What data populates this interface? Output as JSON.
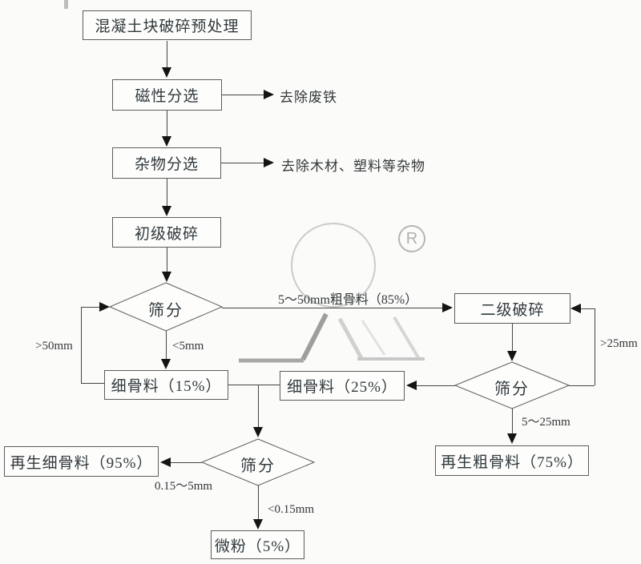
{
  "diagram_type": "flowchart",
  "subject": "recycled-concrete-aggregate-process",
  "nodes": {
    "pretreatment": {
      "label": "混凝土块破碎预处理"
    },
    "magnetic_sorting": {
      "label": "磁性分选"
    },
    "debris_sorting": {
      "label": "杂物分选"
    },
    "primary_crushing": {
      "label": "初级破碎"
    },
    "screening_1": {
      "label": "筛分"
    },
    "fine_aggregate_15": {
      "label": "细骨料（15%）"
    },
    "secondary_crushing": {
      "label": "二级破碎"
    },
    "screening_2": {
      "label": "筛分"
    },
    "fine_aggregate_25": {
      "label": "细骨料（25%）"
    },
    "recycled_coarse_75": {
      "label": "再生粗骨料（75%）"
    },
    "screening_3": {
      "label": "筛分"
    },
    "recycled_fine_95": {
      "label": "再生细骨料（95%）"
    },
    "micro_powder_5": {
      "label": "微粉（5%）"
    }
  },
  "edge_labels": {
    "remove_iron": "去除废铁",
    "remove_debris": "去除木材、塑料等杂物",
    "coarse_5_50": "5～50mm粗骨料（85%）",
    "gt_50": ">50mm",
    "lt_5": "<5mm",
    "gt_25": ">25mm",
    "range_5_25": "5～25mm",
    "range_015_5": "0.15～5mm",
    "lt_015": "<0.15mm"
  },
  "watermark": {
    "registered_mark": "R"
  },
  "colors": {
    "line": "#454545",
    "arrowhead": "#141414",
    "box_border": "#5c5c5c",
    "text": "#30393c",
    "watermark_gray": "#9e9e9e",
    "watermark_light": "#d0d0d0",
    "background": "#fbfbf9"
  }
}
